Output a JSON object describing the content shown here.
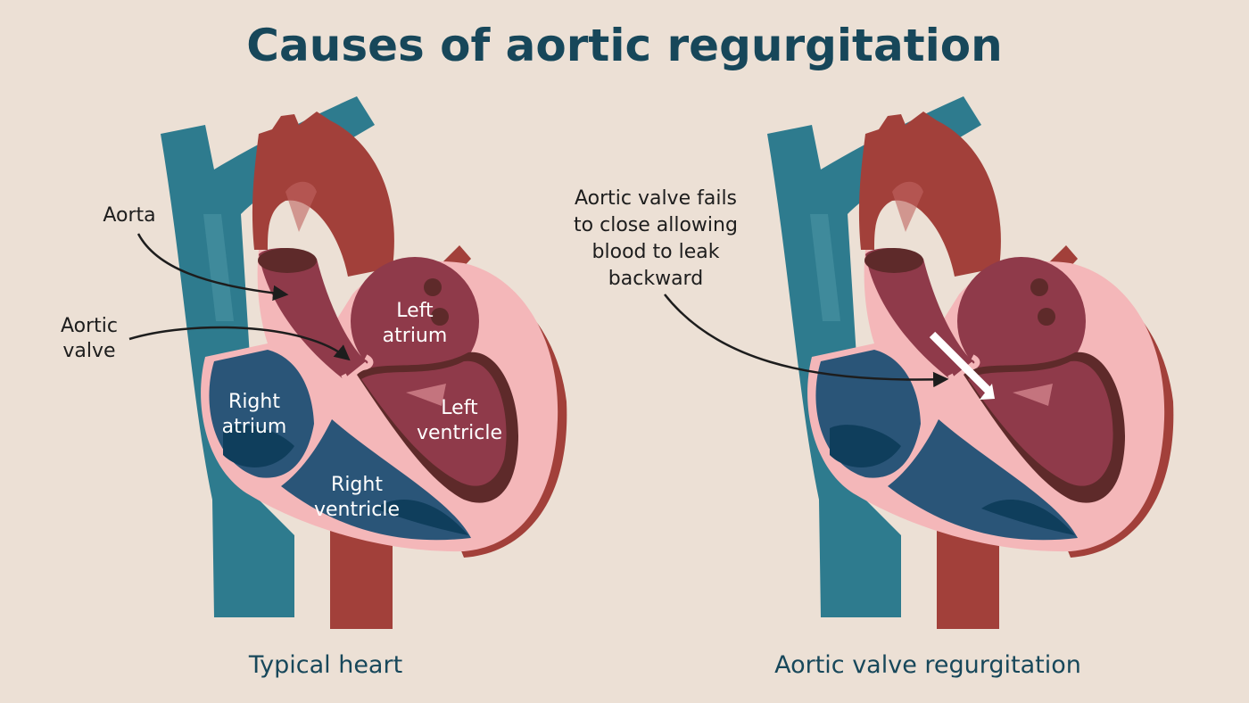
{
  "title": "Causes of aortic regurgitation",
  "colors": {
    "background": "#ece0d5",
    "title": "#17475a",
    "vein": "#2e7b8e",
    "artery": "#a2403a",
    "muscle": "#f4b7b9",
    "oxygenated_chamber": "#8f3a4a",
    "deoxygenated_chamber": "#2a5578"
  },
  "left_panel": {
    "caption": "Typical heart",
    "labels": {
      "aorta": "Aorta",
      "aortic_valve": [
        "Aortic",
        "valve"
      ],
      "right_atrium": [
        "Right",
        "atrium"
      ],
      "left_atrium": [
        "Left",
        "atrium"
      ],
      "left_ventricle": [
        "Left",
        "ventricle"
      ],
      "right_ventricle": [
        "Right",
        "ventricle"
      ]
    }
  },
  "right_panel": {
    "caption": "Aortic valve regurgitation",
    "annotation": [
      "Aortic valve fails",
      "to close allowing",
      "blood to leak",
      "backward"
    ]
  }
}
